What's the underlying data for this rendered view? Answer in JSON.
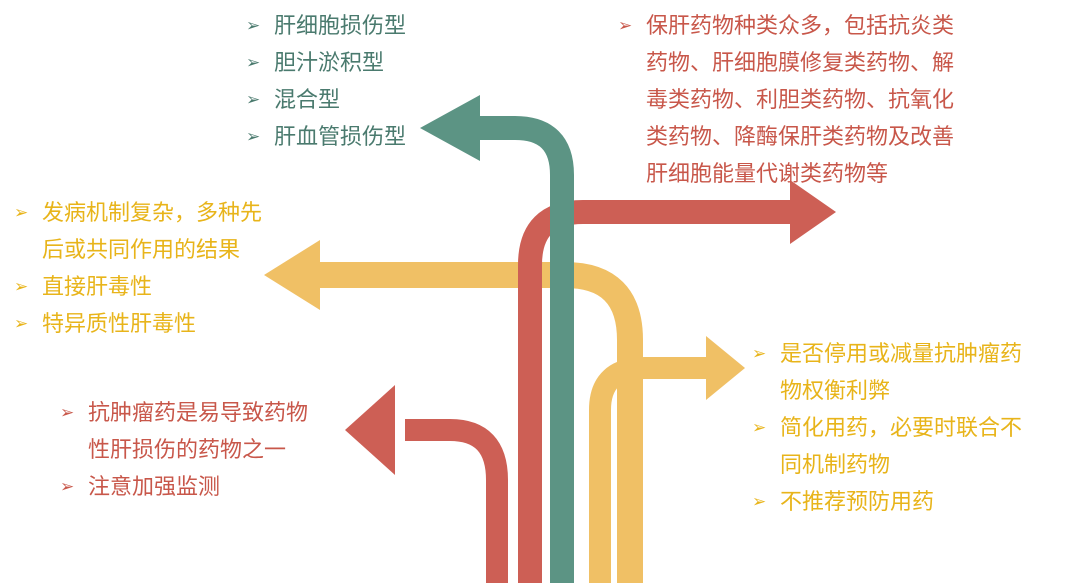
{
  "colors": {
    "green": "#5c9484",
    "red": "#cd5f55",
    "gold": "#f0c065"
  },
  "bullet_glyph": "➢",
  "groups": {
    "liver_injury_types": {
      "items": [
        "肝细胞损伤型",
        "胆汁淤积型",
        "混合型",
        "肝血管损伤型"
      ]
    },
    "liver_protect_drugs": {
      "items": [
        [
          "保肝药物种类众多，包括抗炎类",
          "药物、肝细胞膜修复类药物、解",
          "毒类药物、利胆类药物、抗氧化",
          "类药物、降酶保肝类药物及改善",
          "肝细胞能量代谢类药物等"
        ]
      ]
    },
    "mechanism": {
      "items": [
        [
          "发病机制复杂，多种先",
          "后或共同作用的结果"
        ],
        "直接肝毒性",
        "特异质性肝毒性"
      ]
    },
    "antitumor": {
      "items": [
        [
          "抗肿瘤药是易导致药物",
          "性肝损伤的药物之一"
        ],
        "注意加强监测"
      ]
    },
    "management": {
      "items": [
        [
          "是否停用或减量抗肿瘤药",
          "物权衡利弊"
        ],
        [
          "简化用药，必要时联合不",
          "同机制药物"
        ],
        "不推荐预防用药"
      ]
    }
  }
}
